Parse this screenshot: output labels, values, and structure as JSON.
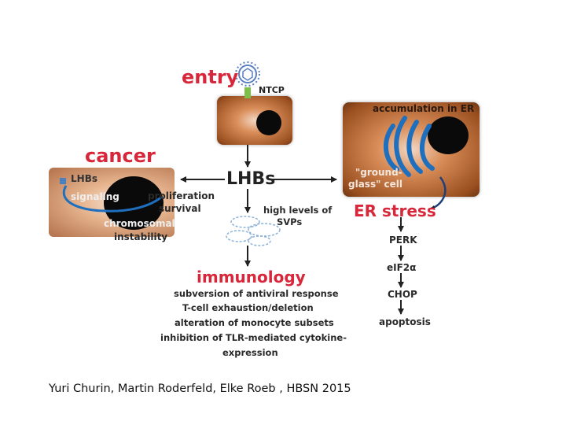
{
  "diagram": {
    "entry": "entry",
    "receptor": "NTCP",
    "center": "LHBs",
    "cancer": "cancer",
    "cancer_cell_label": "LHBs",
    "signaling": "signaling",
    "proliferation": "proliferation",
    "survival": "survival",
    "chromosomal": "chromosomal",
    "instability": "instability",
    "svps_line1": "high levels of",
    "svps_line2": "SVPs",
    "er_accumulation": "accumulation in ER",
    "ground_glass_line1": "\"ground-",
    "ground_glass_line2": "glass\" cell",
    "er_stress": "ER stress",
    "pathway": [
      "PERK",
      "eIF2α",
      "CHOP",
      "apoptosis"
    ],
    "immunology": "immunology",
    "immunology_items": [
      "subversion of antiviral response",
      "T-cell exhaustion/deletion",
      "alteration of monocyte subsets",
      "inhibition of TLR-mediated cytokine-",
      "expression"
    ]
  },
  "citation": "Yuri Churin, Martin Roderfeld, Elke Roeb , HBSN 2015",
  "colors": {
    "title_red": "#d8263a",
    "er_blue": "#1f6fbf",
    "virus_blue": "#5a7fc0",
    "ntcp_green": "#7cc04a",
    "cell_brown": "#9a4f20"
  }
}
